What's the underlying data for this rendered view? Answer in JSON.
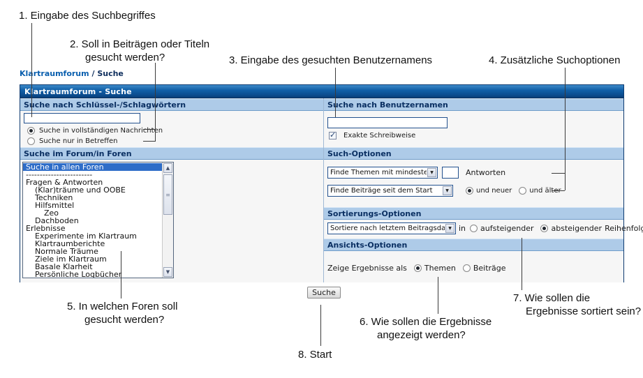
{
  "annotations": {
    "a1": "1. Eingabe des Suchbegriffes",
    "a2_line1": "2. Soll in Beiträgen oder Titeln",
    "a2_line2": "gesucht werden?",
    "a3": "3. Eingabe des gesuchten Benutzernamens",
    "a4": "4. Zusätzliche Suchoptionen",
    "a5_line1": "5. In welchen Foren soll",
    "a5_line2": "gesucht werden?",
    "a6_line1": "6. Wie sollen die Ergebnisse",
    "a6_line2": "angezeigt werden?",
    "a7_line1": "7. Wie sollen die",
    "a7_line2": "Ergebnisse sortiert sein?",
    "a8": "8. Start"
  },
  "breadcrumb": {
    "forum": "Klartraumforum",
    "separator": "/",
    "page": "Suche"
  },
  "panel": {
    "title": "Klartraumforum - Suche",
    "keyword_section": {
      "header": "Suche nach Schlüssel-/Schlagwörtern",
      "input_value": "",
      "radio_full_label": "Suche in vollständigen Nachrichten",
      "radio_full_checked": true,
      "radio_titles_label": "Suche nur in Betreffen",
      "radio_titles_checked": false
    },
    "username_section": {
      "header": "Suche nach Benutzernamen",
      "input_value": "",
      "checkbox_label": "Exakte Schreibweise",
      "checkbox_checked": true
    },
    "forum_section": {
      "header": "Suche im Forum/in Foren",
      "items": [
        {
          "label": "Suche in allen Foren",
          "indent": 0,
          "selected": true
        },
        {
          "label": "------------------------",
          "indent": 0,
          "selected": false
        },
        {
          "label": "Fragen & Antworten",
          "indent": 0,
          "selected": false
        },
        {
          "label": "(Klar)träume und OOBE",
          "indent": 1,
          "selected": false
        },
        {
          "label": "Techniken",
          "indent": 1,
          "selected": false
        },
        {
          "label": "Hilfsmittel",
          "indent": 1,
          "selected": false
        },
        {
          "label": "Zeo",
          "indent": 2,
          "selected": false
        },
        {
          "label": "Dachboden",
          "indent": 1,
          "selected": false
        },
        {
          "label": "Erlebnisse",
          "indent": 0,
          "selected": false
        },
        {
          "label": "Experimente im Klartraum",
          "indent": 1,
          "selected": false
        },
        {
          "label": "Klartraumberichte",
          "indent": 1,
          "selected": false
        },
        {
          "label": "Normale Träume",
          "indent": 1,
          "selected": false
        },
        {
          "label": "Ziele im Klartraum",
          "indent": 1,
          "selected": false
        },
        {
          "label": "Basale Klarheit",
          "indent": 1,
          "selected": false
        },
        {
          "label": "Persönliche Logbücher",
          "indent": 1,
          "selected": false
        }
      ]
    },
    "search_options": {
      "header": "Such-Optionen",
      "topics_select_value": "Finde Themen mit mindestens",
      "replies_input_value": "",
      "replies_label": "Antworten",
      "date_select_value": "Finde Beiträge seit dem Start",
      "radio_newer_label": "und neuer",
      "radio_newer_checked": true,
      "radio_older_label": "und älter",
      "radio_older_checked": false
    },
    "sort_options": {
      "header": "Sortierungs-Optionen",
      "select_value": "Sortiere nach letztem Beitragsdatum",
      "in_label": "in",
      "radio_asc_label": "aufsteigender",
      "radio_asc_checked": false,
      "radio_desc_label": "absteigender",
      "radio_desc_checked": true,
      "suffix_label": "Reihenfolge"
    },
    "view_options": {
      "header": "Ansichts-Optionen",
      "label": "Zeige Ergebnisse als",
      "radio_topics_label": "Themen",
      "radio_topics_checked": true,
      "radio_posts_label": "Beiträge",
      "radio_posts_checked": false
    },
    "submit_label": "Suche"
  },
  "icons": {
    "select_arrow": "▼",
    "scroll_up": "▲",
    "scroll_down": "▼",
    "thumb_grip": "≡"
  },
  "colors": {
    "title_bar_blue": "#0b4c8e",
    "section_header_blue": "#aecbe8",
    "header_text_navy": "#0a2f62",
    "selected_item_blue": "#2e6dc8",
    "link_blue": "#0a5fae",
    "panel_border_navy": "#0d3a70",
    "content_gray": "#f6f6f6"
  }
}
